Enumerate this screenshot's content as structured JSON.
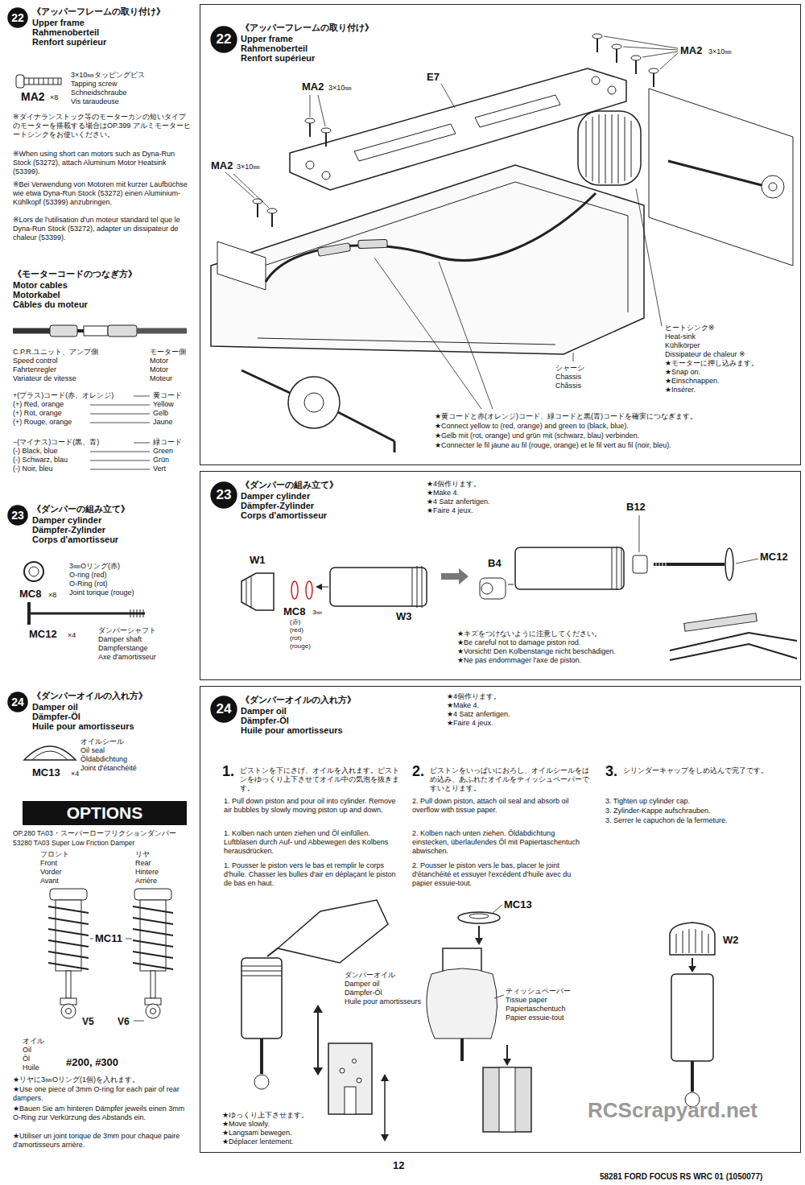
{
  "diagram": {
    "nodes": [
      {
        "text": [
          "22"
        ]
      },
      {
        "text": [
          "23"
        ]
      },
      {
        "text": [
          "24"
        ]
      },
      {
        "text": [
          "OPTIONS"
        ]
      },
      {
        "text": [
          "《アッパーフレームの取り付け》",
          "Upper frame",
          "Rahmenoberteil",
          "Renfort supérieur"
        ]
      },
      {
        "text": [
          "22"
        ],
        "in": 4
      },
      {
        "text": [
          "《ダンパーの組み立て》",
          "Damper cylinder",
          "Dämpfer-Zylinder",
          "Corps d'amortisseur"
        ]
      },
      {
        "text": [
          "23"
        ],
        "in": 6
      },
      {
        "text": [
          "《ダンパーオイルの入れ方》",
          "Damper oil",
          "Dämpfer-Öl",
          "Huile pour amortisseurs"
        ]
      },
      {
        "text": [
          "24"
        ],
        "in": 8
      }
    ],
    "labels": [
      "《アッパーフレームの取り付け》",
      "Upper frame",
      "Rahmenoberteil",
      "Renfort supérieur",
      "3×10㎜タッピングビス",
      "Tapping screw",
      "Schneidschraube",
      "Vis taraudeuse",
      "MA2",
      "×8",
      "※ダイナランストック等のモーターカンの短いタイプのモーターを搭載する場合はOP.399 アルミモーターヒートシンクをお使いください。",
      "※When using short can motors such as Dyna-Run Stock (53272), attach Aluminum Motor Heatsink (53399).",
      "※Bei Verwendung von Motoren mit kurzer Laufbüchse wie etwa Dyna-Run Stock (53272) einen Aluminium-Kühlkopf (53399) anzubringen.",
      "※Lors de l'utilisation d'un moteur standard tel que le Dyna-Run Stock (53272), adapter un dissipateur de chaleur (53399).",
      "《モーターコードのつなぎ方》",
      "Motor cables",
      "Motorkabel",
      "Câbles du moteur",
      "C.P.R.ユニット、アンプ側",
      "Speed control",
      "Fahrtenregler",
      "Variateur de vitesse",
      "モーター側",
      "Motor",
      "Motor",
      "Moteur",
      "+(プラス)コード(赤、オレンジ)",
      "黄コード",
      "(+) Red, orange",
      "Yellow",
      "(+) Rot, orange",
      "Gelb",
      "(+) Rouge, orange",
      "Jaune",
      "−(マイナス)コード(黒、青)",
      "緑コード",
      "(-) Black, blue",
      "Green",
      "(-) Schwarz, blau",
      "Grün",
      "(-) Noir, bleu",
      "Vert",
      "《ダンパーの組み立て》",
      "Damper cylinder",
      "Dämpfer-Zylinder",
      "Corps d'amortisseur",
      "3㎜Oリング(赤)",
      "O-ring (red)",
      "O-Ring (rot)",
      "Joint torique (rouge)",
      "MC8",
      "×8",
      "MC12",
      "×4",
      "ダンパーシャフト",
      "Damper shaft",
      "Dämpferstange",
      "Axe d'amortisseur",
      "《ダンパーオイルの入れ方》",
      "Damper oil",
      "Dämpfer-Öl",
      "Huile pour amortisseurs",
      "オイルシール",
      "Oil seal",
      "Öldabdichtung",
      "Joint d'étanchéité",
      "MC13",
      "×4",
      "OP.280 TA03・スーパーローフリクションダンパー",
      "53280 TA03 Super Low Friction Damper",
      "フロント",
      "Front",
      "Vorder",
      "Avant",
      "リヤ",
      "Rear",
      "Hintere",
      "Arrière",
      "MC11",
      "V5",
      "V6",
      "オイル",
      "Oil",
      "Öl",
      "Huile",
      "#200, #300",
      "★リヤに3㎜Oリング(1個)を入れます。",
      "★Use one piece of 3mm O-ring for each pair of rear dampers.",
      "★Bauen Sie am hinteren Dämpfer jeweils einen 3mm O-Ring zur Verkürzung des Abstands ein.",
      "★Utiliser un joint torique de 3mm pour chaque paire d'amortisseurs arrière.",
      "MA2",
      "3×10㎜",
      "MA2",
      "3×10㎜",
      "MA2",
      "3×10㎜",
      "E7",
      "ヒートシンク※",
      "Heat-sink",
      "Kühlkörper",
      "Dissipateur de chaleur ※",
      "★モーターに押し込みます。",
      "★Snap on.",
      "★Einschnappen.",
      "★Insérer.",
      "シャーシ",
      "Chassis",
      "Châssis",
      "★黄コードと赤(オレンジ)コード、緑コードと黒(青)コードを確実につなぎます。",
      "★Connect yellow to (red, orange) and green to (black, blue).",
      "★Gelb mit (rot, orange) und grün mit (schwarz, blau) verbinden.",
      "★Connecter le fil jaune au fil (rouge, orange) et le fil vert au fil (noir, bleu).",
      "★4個作ります。",
      "★Make 4.",
      "★4 Satz anfertigen.",
      "★Faire 4 jeux.",
      "W1",
      "W3",
      "MC8",
      "3㎜",
      "(赤)",
      "(red)",
      "(rot)",
      "(rouge)",
      "B4",
      "B12",
      "MC12",
      "★キズをつけないように注意してください。",
      "★Be careful not to damage piston rod.",
      "★Vorsicht! Den Kolbenstange nicht beschädigen.",
      "★Ne pas endommager l'axe de piston.",
      "★4個作ります。",
      "★Make 4.",
      "★4 Satz anfertigen.",
      "★Faire 4 jeux.",
      "1.",
      "ピストンを下にさげ、オイルを入れます。ピストンをゆっくり上下させてオイル中の気泡を抜きます。",
      "1. Pull down piston and pour oil into cylinder. Remove air bubbles by slowly moving piston up and down.",
      "1. Kolben nach unten ziehen und Öl einfüllen. Luftblasen durch Auf- und Abbewegen des Kolbens herausdrücken.",
      "1. Pousser le piston vers le bas et remplir le corps d'huile. Chasser les bulles d'air en déplaçant le piston de bas en haut.",
      "2.",
      "ピストンをいっぱいにおろし、オイルシールをはめ込み、あふれたオイルをティッシュペーパーですいとります。",
      "2. Pull down piston, attach oil seal and absorb oil overflow with tissue paper.",
      "2. Kolben nach unten ziehen. Öldabdichtung einstecken, überlaufendes Öl mit Papiertaschentuch abwischen.",
      "2. Pousser le piston vers le bas, placer le joint d'étanchéité et essuyer l'excédent d'huile avec du papier essuie-tout.",
      "3.",
      "シリンダーキャップをしめ込んで完了です。",
      "3. Tighten up cylinder cap.",
      "3. Zylinder-Kappe aufschrauben.",
      "3. Serrer le capuchon de la fermeture.",
      "ダンパーオイル",
      "Damper oil",
      "Dämpfer-Öl",
      "Huile pour amortisseurs",
      "★ゆっくり上下させます。",
      "★Move slowly.",
      "★Langsam bewegen.",
      "★Déplacer lentement.",
      "MC13",
      "ティッシュペーパー",
      "Tissue paper",
      "Papiertaschentuch",
      "Papier essuie-tout",
      "W2",
      "RCScrapyard.net",
      "12",
      "58281 FORD FOCUS RS WRC 01 (1050077)"
    ]
  }
}
